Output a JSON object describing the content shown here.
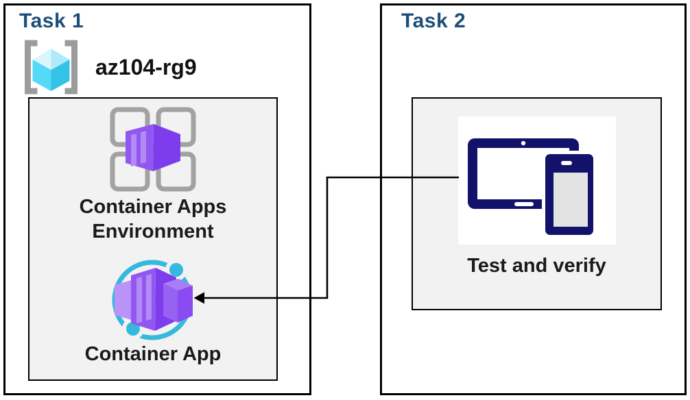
{
  "page": {
    "background": "#ffffff"
  },
  "colors": {
    "title_navy": "#1f4e79",
    "label_black": "#1a1a1a",
    "box_border": "#000000",
    "inner_box_fill": "#f2f2f2",
    "connector": "#000000",
    "device_navy": "#12126b",
    "cyan_accent": "#35b9dc",
    "purple_front": "#9257f0",
    "purple_side": "#7e3ded",
    "purple_stripe": "#b28bf5",
    "cube_top_left": "#d9f6fd",
    "cube_top_right": "#b0eafa",
    "cube_left": "#55d9f6",
    "cube_right": "#33c3e6",
    "bracket_gray": "#9c9c9c",
    "grid_gray": "#a2a2a2"
  },
  "task1": {
    "title": "Task 1",
    "resource_group": {
      "icon": "resource-group-icon",
      "name": "az104-rg9"
    },
    "environment_box": {
      "items": [
        {
          "icon": "container-apps-environment-icon",
          "label": "Container Apps Environment"
        },
        {
          "icon": "container-app-icon",
          "label": "Container App"
        }
      ]
    }
  },
  "task2": {
    "title": "Task 2",
    "verify_box": {
      "icon": "devices-icon",
      "label": "Test and verify"
    }
  },
  "connector": {
    "type": "elbow-arrow",
    "from": "devices-icon",
    "to": "container-app-icon"
  }
}
